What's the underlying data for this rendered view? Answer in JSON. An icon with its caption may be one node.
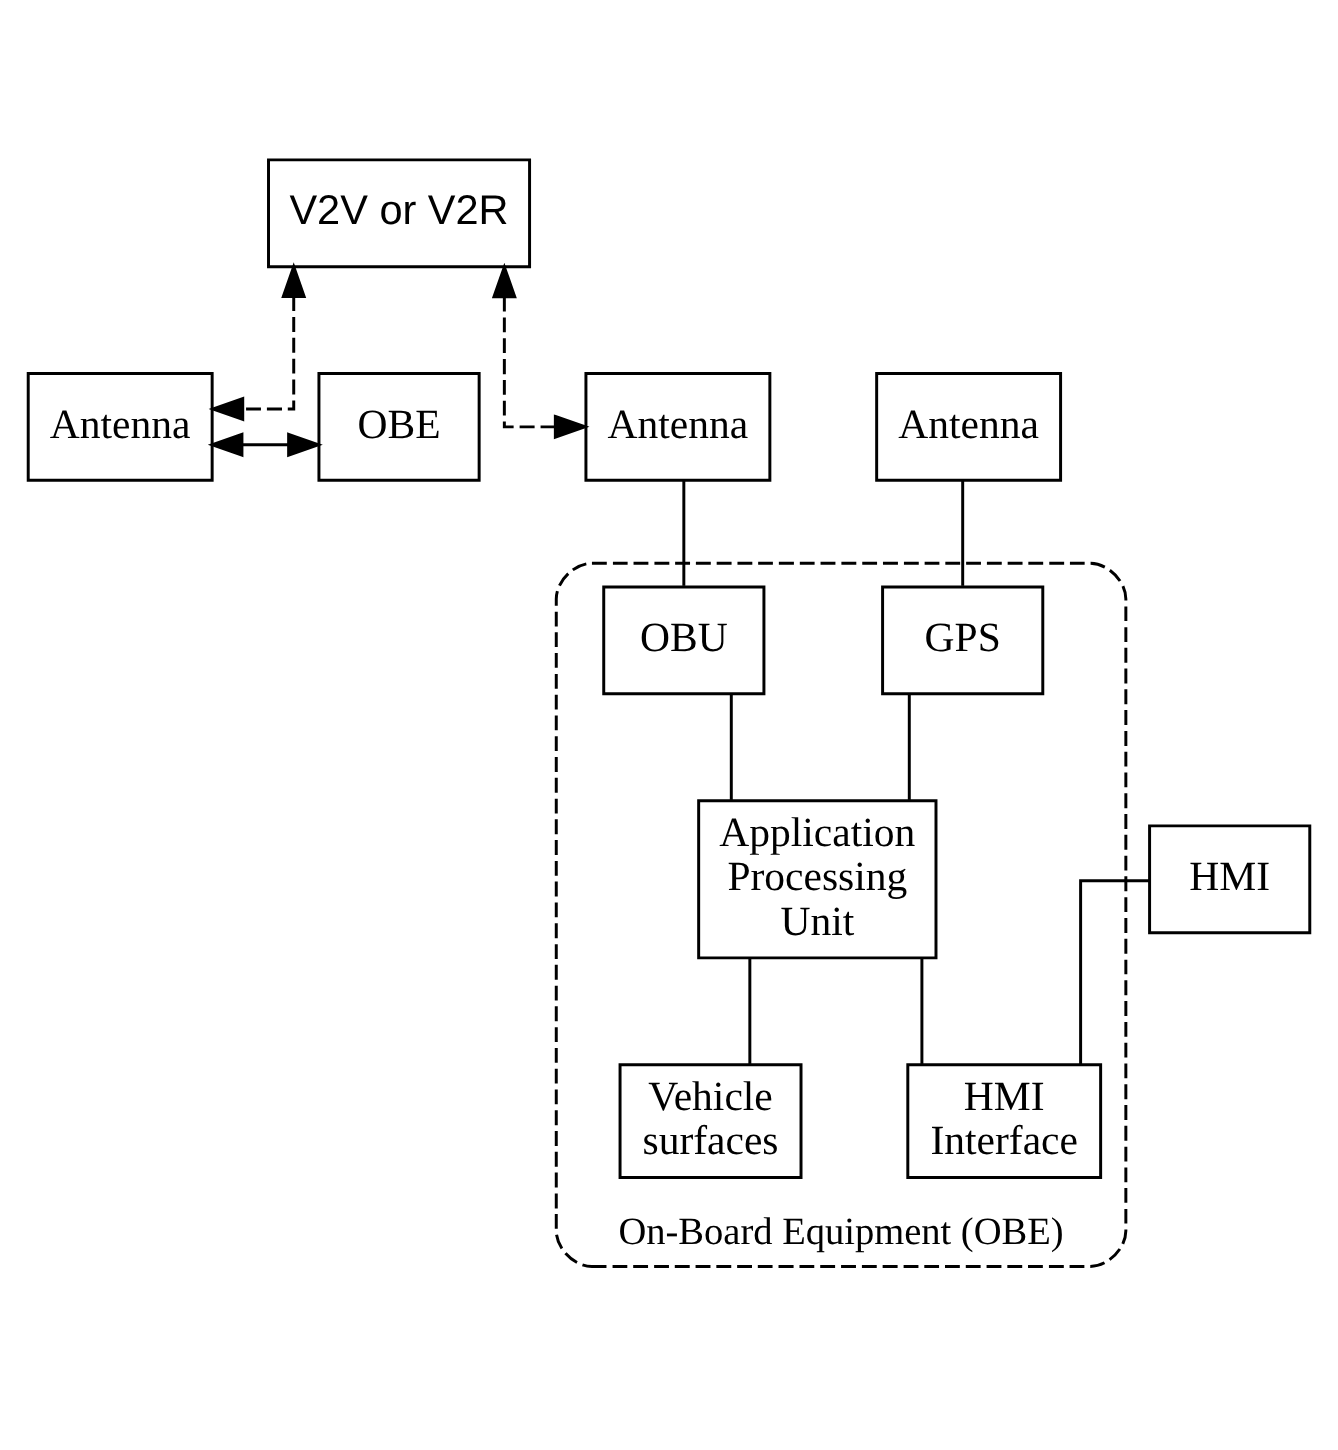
{
  "diagram": {
    "nodes": [
      {
        "text": [
          "Antenna"
        ]
      },
      {
        "text": [
          "OBE"
        ]
      },
      {
        "text": [
          "V2V or V2R"
        ]
      },
      {
        "text": [
          "Antenna"
        ]
      },
      {
        "text": [
          "Antenna"
        ]
      },
      {
        "text": [
          "HMI"
        ]
      },
      {
        "text": [
          "On-Board Equipment (OBE)"
        ]
      },
      {
        "text": [
          "GPS"
        ],
        "in": 6
      },
      {
        "text": [
          "HMI Interface"
        ],
        "in": 6
      },
      {
        "text": [
          "OBU"
        ],
        "in": 6
      },
      {
        "text": [
          "Application Processing Unit"
        ],
        "in": 6
      },
      {
        "text": [
          "Vehicle surfaces"
        ],
        "in": 6
      }
    ],
    "edges": [
      {
        "from": 0,
        "to": 1,
        "arrow": "both"
      },
      {
        "from": 2,
        "to": 0,
        "arrow": "both",
        "style": "dashed"
      },
      {
        "from": 2,
        "to": 3,
        "arrow": "both",
        "style": "dashed"
      },
      {
        "from": 3,
        "to": 9,
        "arrow": "none"
      },
      {
        "from": 4,
        "to": 7,
        "arrow": "none"
      },
      {
        "from": 7,
        "to": 10,
        "arrow": "none"
      },
      {
        "from": 5,
        "to": 8,
        "arrow": "none"
      },
      {
        "from": 9,
        "to": 10,
        "arrow": "none"
      },
      {
        "from": 10,
        "to": 8,
        "arrow": "none"
      },
      {
        "from": 10,
        "to": 11,
        "arrow": "none"
      }
    ]
  }
}
